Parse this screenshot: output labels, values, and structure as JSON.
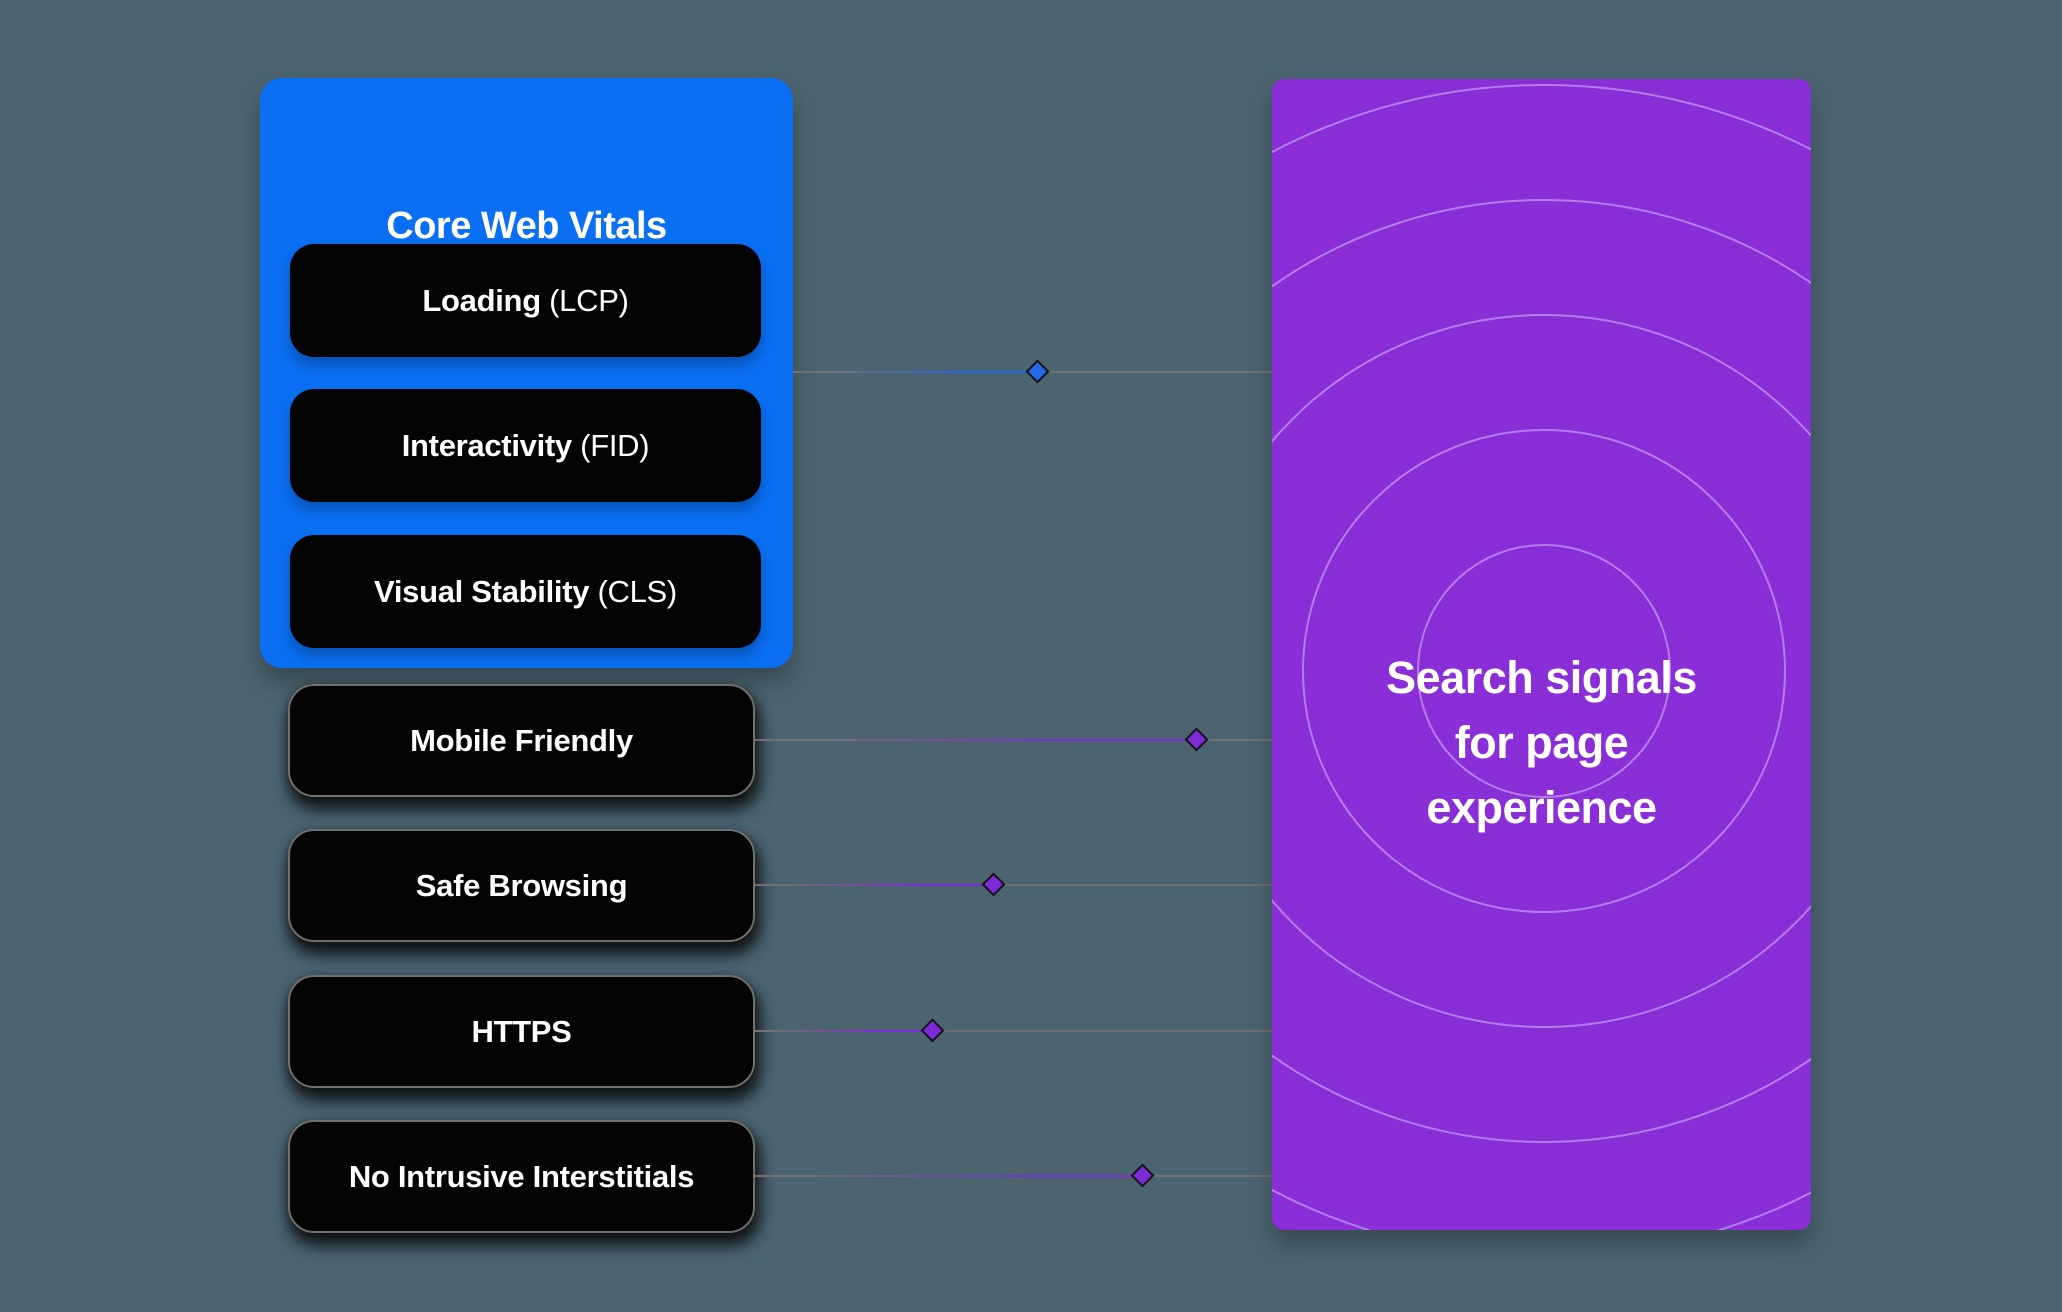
{
  "canvas": {
    "background_color": "#4C6470"
  },
  "core_web_vitals": {
    "title": "Core Web Vitals",
    "panel_color": "#0A6FF2",
    "accent_color": "#2268E8",
    "metrics": [
      {
        "name": "Loading",
        "abbr": "(LCP)"
      },
      {
        "name": "Interactivity",
        "abbr": "(FID)"
      },
      {
        "name": "Visual Stability",
        "abbr": "(CLS)"
      }
    ]
  },
  "other_signals": [
    {
      "label": "Mobile Friendly"
    },
    {
      "label": "Safe Browsing"
    },
    {
      "label": "HTTPS"
    },
    {
      "label": "No Intrusive Interstitials"
    }
  ],
  "destination": {
    "title_lines": [
      "Search signals",
      "for page",
      "experience"
    ],
    "panel_color": "#8A2ED8",
    "accent_color": "#7C2BD6",
    "ripple_color": "rgba(255,255,255,0.38)"
  },
  "connector_colors": {
    "gray": "#73706E",
    "blue": "#2268E8",
    "purple": "#7C2BD6"
  }
}
